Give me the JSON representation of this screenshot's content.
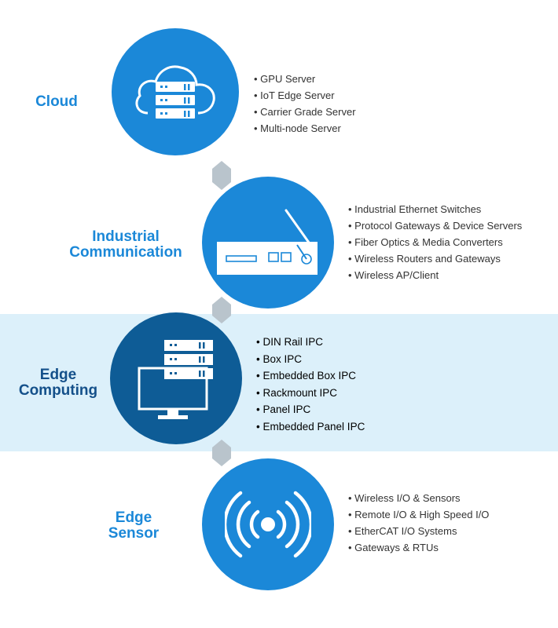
{
  "colors": {
    "primary": "#1b88d8",
    "dark": "#0e5c96",
    "band": "#dcf0fa",
    "connector": "#b9c4cc",
    "title_light": "#1b88d8",
    "title_dark": "#14508a"
  },
  "tiers": [
    {
      "title_lines": [
        "Cloud"
      ],
      "icon": "cloud-server-icon",
      "items": [
        "GPU Server",
        "IoT Edge Server",
        "Carrier Grade Server",
        "Multi-node Server"
      ]
    },
    {
      "title_lines": [
        "Industrial",
        "Communication"
      ],
      "icon": "network-switch-icon",
      "items": [
        "Industrial Ethernet Switches",
        "Protocol Gateways & Device Servers",
        "Fiber Optics & Media Converters",
        "Wireless Routers and Gateways",
        "Wireless AP/Client"
      ]
    },
    {
      "title_lines": [
        "Edge",
        "Computing"
      ],
      "icon": "monitor-server-icon",
      "items": [
        "DIN Rail IPC",
        "Box IPC",
        "Embedded Box IPC",
        "Rackmount IPC",
        "Panel IPC",
        "Embedded Panel IPC"
      ]
    },
    {
      "title_lines": [
        "Edge",
        "Sensor"
      ],
      "icon": "wireless-signal-icon",
      "items": [
        "Wireless I/O & Sensors",
        "Remote I/O & High Speed I/O",
        "EtherCAT I/O Systems",
        "Gateways & RTUs"
      ]
    }
  ]
}
